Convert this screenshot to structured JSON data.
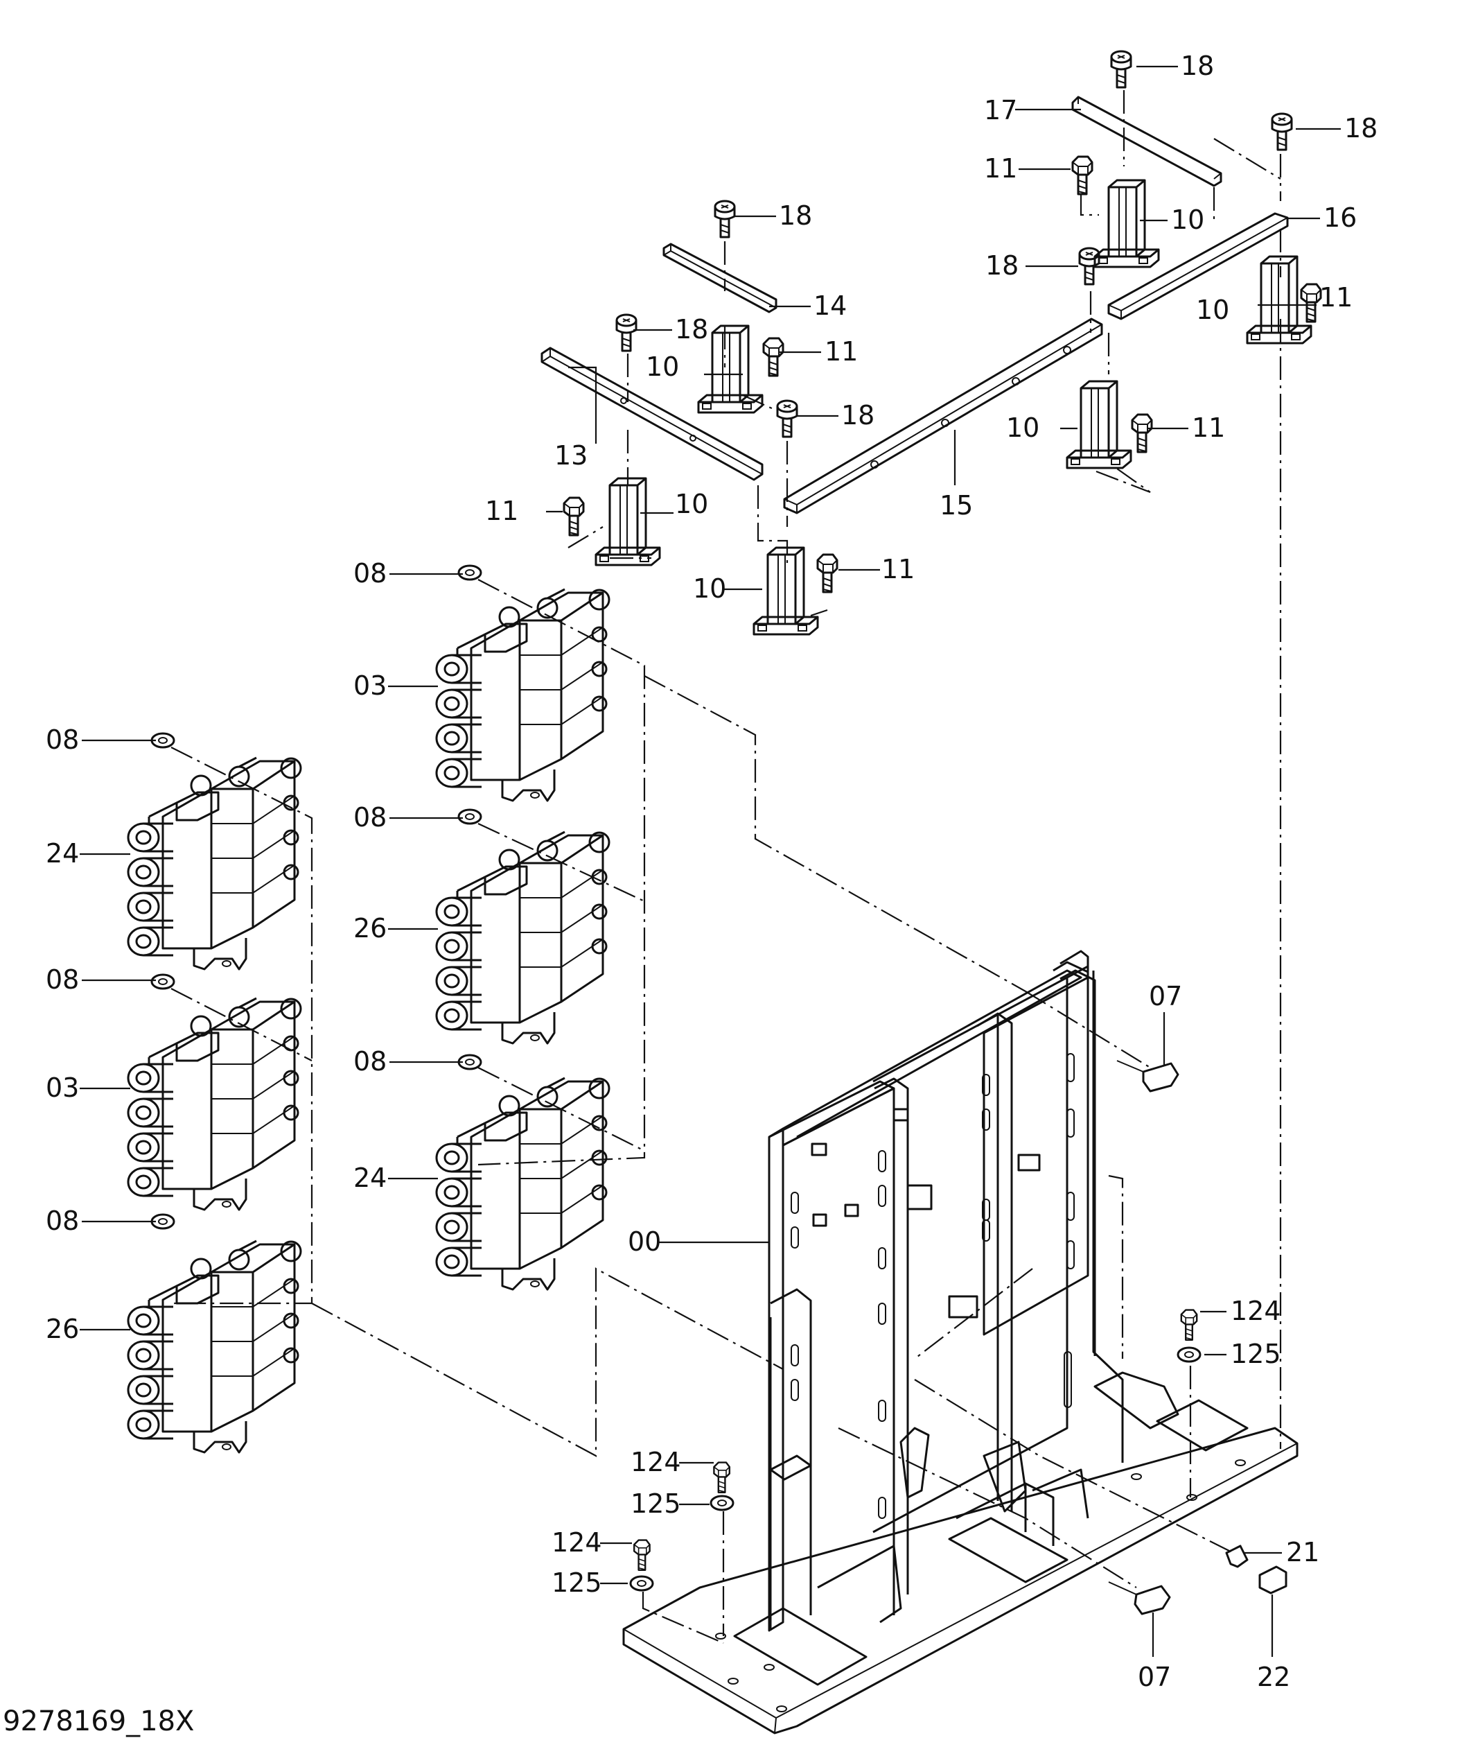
{
  "drawing_number": "9278169_18X",
  "callouts": [
    {
      "id": "c17",
      "text": "17"
    },
    {
      "id": "c18a",
      "text": "18"
    },
    {
      "id": "c18b",
      "text": "18"
    },
    {
      "id": "c11a",
      "text": "11"
    },
    {
      "id": "c10a",
      "text": "10"
    },
    {
      "id": "c16",
      "text": "16"
    },
    {
      "id": "c18c",
      "text": "18"
    },
    {
      "id": "c18d",
      "text": "18"
    },
    {
      "id": "c14",
      "text": "14"
    },
    {
      "id": "c11b",
      "text": "11"
    },
    {
      "id": "c10b",
      "text": "10"
    },
    {
      "id": "c18e",
      "text": "18"
    },
    {
      "id": "c10c",
      "text": "10"
    },
    {
      "id": "c11c",
      "text": "11"
    },
    {
      "id": "c18f",
      "text": "18"
    },
    {
      "id": "c13",
      "text": "13"
    },
    {
      "id": "c10d",
      "text": "10"
    },
    {
      "id": "c11d",
      "text": "11"
    },
    {
      "id": "c11e",
      "text": "11"
    },
    {
      "id": "c10e",
      "text": "10"
    },
    {
      "id": "c15",
      "text": "15"
    },
    {
      "id": "c08a",
      "text": "08"
    },
    {
      "id": "c10f",
      "text": "10"
    },
    {
      "id": "c11f",
      "text": "11"
    },
    {
      "id": "c03a",
      "text": "03"
    },
    {
      "id": "c08b",
      "text": "08"
    },
    {
      "id": "c24a",
      "text": "24"
    },
    {
      "id": "c08c",
      "text": "08"
    },
    {
      "id": "c26a",
      "text": "26"
    },
    {
      "id": "c08d",
      "text": "08"
    },
    {
      "id": "c03b",
      "text": "03"
    },
    {
      "id": "c08e",
      "text": "08"
    },
    {
      "id": "c24b",
      "text": "24"
    },
    {
      "id": "c07a",
      "text": "07"
    },
    {
      "id": "c00",
      "text": "00"
    },
    {
      "id": "c08f",
      "text": "08"
    },
    {
      "id": "c26b",
      "text": "26"
    },
    {
      "id": "c124a",
      "text": "124"
    },
    {
      "id": "c125a",
      "text": "125"
    },
    {
      "id": "c124b",
      "text": "124"
    },
    {
      "id": "c125b",
      "text": "125"
    },
    {
      "id": "c124c",
      "text": "124"
    },
    {
      "id": "c125c",
      "text": "125"
    },
    {
      "id": "c21",
      "text": "21"
    },
    {
      "id": "c07b",
      "text": "07"
    },
    {
      "id": "c22",
      "text": "22"
    }
  ]
}
